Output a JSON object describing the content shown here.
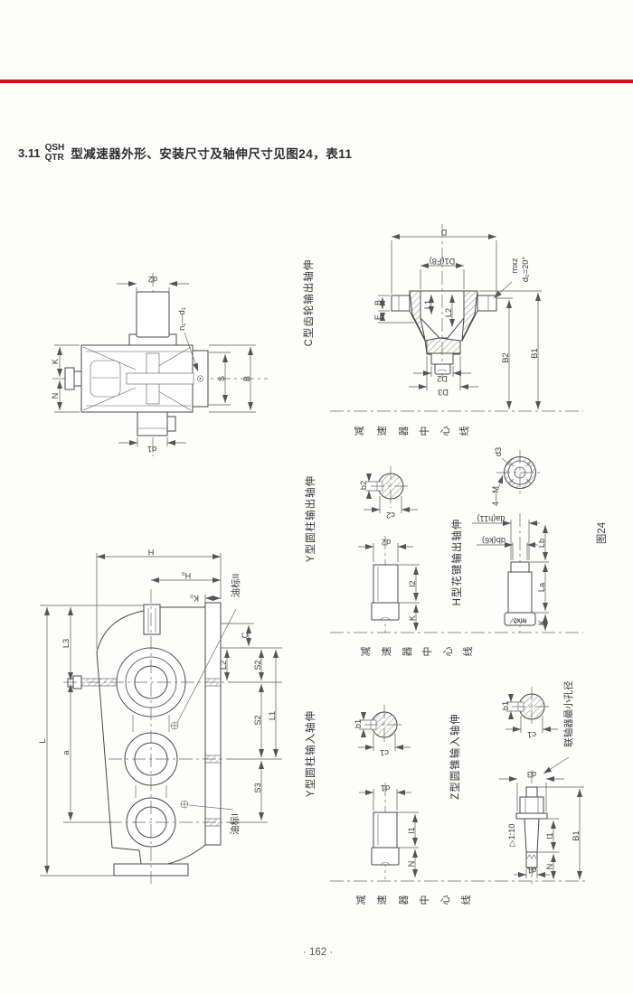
{
  "header": {
    "section_number": "3.11",
    "series_top": "QSH",
    "series_bottom": "QTR",
    "title": "型减速器外形、安装尺寸及轴伸尺寸见图24，表11"
  },
  "footer": {
    "page_number": "· 162 ·"
  },
  "figure": {
    "label": "图24",
    "centerline_chars": [
      "减",
      "速",
      "器",
      "中",
      "心",
      "线"
    ],
    "colors": {
      "accent_red": "#c3141c",
      "line_gray": "#4a4a4a"
    },
    "views": {
      "top": {
        "d2": "d2",
        "n1_d1": "n₁—d₁",
        "k": "K",
        "n": "N",
        "s": "S",
        "b": "B",
        "d1": "d1"
      },
      "c_out": {
        "title": "C型齿轮输出轴伸",
        "D": "D",
        "D1": "D1(F8)",
        "L1": "L1",
        "L2": "L2",
        "B": "B",
        "E": "E",
        "mxz": "mxz",
        "angle": "d₀=20°",
        "D2": "D2",
        "D3": "D3",
        "B2": "B2",
        "B1": "B1"
      },
      "y_out": {
        "title": "Y型圆柱输出轴伸",
        "b2": "b2",
        "c2": "c2",
        "d2": "d2",
        "l2": "l2",
        "k": "K"
      },
      "h_out": {
        "title": "H型花键输出轴伸",
        "d3": "d3",
        "four_m": "4—M",
        "da": "da(h11)",
        "db": "db(k6)",
        "Lb": "Lb",
        "La": "La",
        "k": "K",
        "mxz": "mxz"
      },
      "front": {
        "H": "H",
        "H0": "H₀",
        "K0": "K₀",
        "L3": "L3",
        "L": "L",
        "a": "a",
        "C": "C",
        "L2": "L2",
        "S2": "S2",
        "L1": "L1",
        "S3": "S3",
        "oil2": "油标II",
        "oil1": "油标I"
      },
      "y_in": {
        "title": "Y型圆柱输入轴伸",
        "b1": "b1",
        "c1": "c1",
        "d1": "d1",
        "l1": "l1",
        "n": "N"
      },
      "z_in": {
        "title": "Z型圆锥输入轴伸",
        "note": "联轴器最小孔径",
        "d3": "d3",
        "taper": "▷1:10",
        "l1": "l1",
        "B1": "B1",
        "n": "N",
        "d1": "d1",
        "b1": "b1",
        "c1": "c1"
      }
    }
  }
}
